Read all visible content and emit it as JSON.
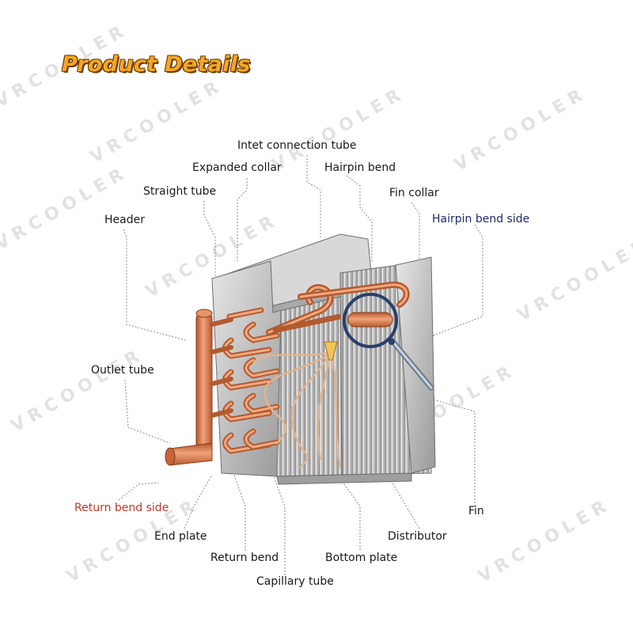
{
  "title": "Product Details",
  "watermark": "VRCOOLER",
  "colors": {
    "title_fill": "#f5a623",
    "title_outline": "#6b3d00",
    "copper": "#d9774a",
    "return_side_label": "#c0392b",
    "hairpin_side_label": "#1f2a6e"
  },
  "labels": {
    "inlet_connection_tube": "Intet connection tube",
    "expanded_collar": "Expanded collar",
    "hairpin_bend": "Hairpin bend",
    "straight_tube": "Straight tube",
    "fin_collar": "Fin collar",
    "header": "Header",
    "hairpin_bend_side": "Hairpin bend side",
    "outlet_tube": "Outlet tube",
    "return_bend_side": "Return bend side",
    "fin": "Fin",
    "end_plate": "End plate",
    "distributor": "Distributor",
    "return_bend": "Return bend",
    "bottom_plate": "Bottom plate",
    "capillary_tube": "Capillary tube"
  }
}
